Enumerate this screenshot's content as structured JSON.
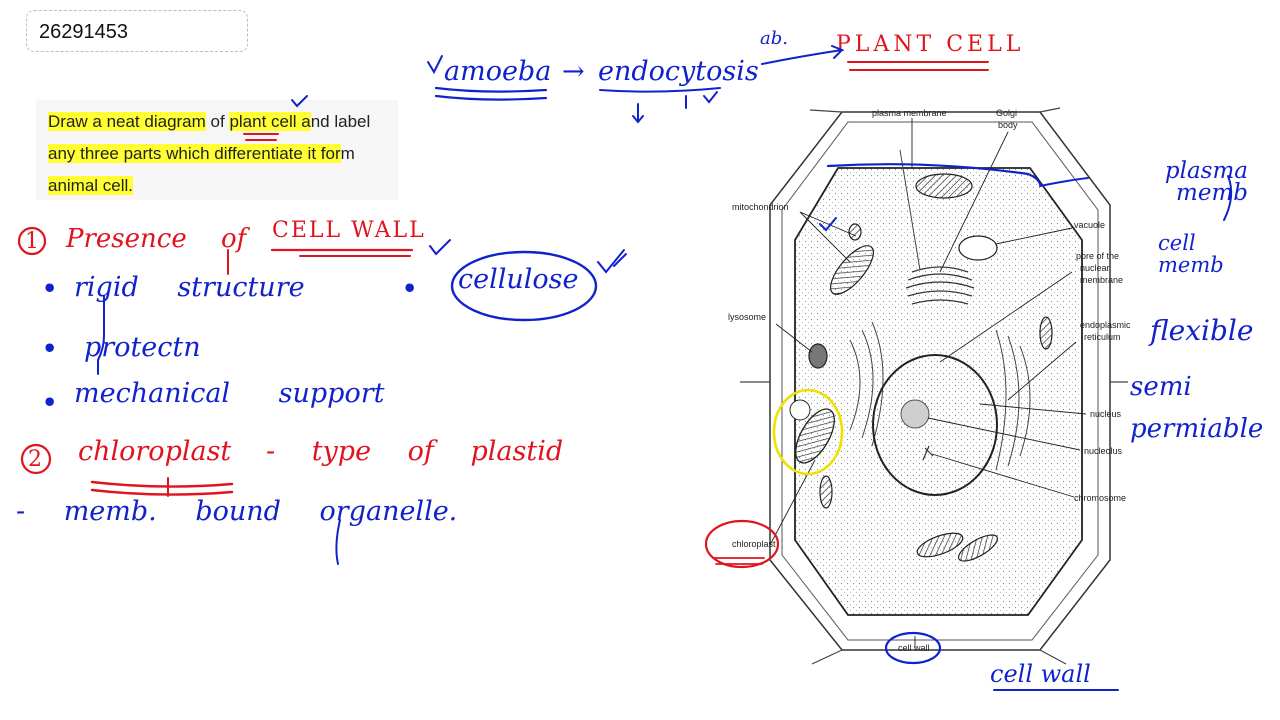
{
  "question_id": "26291453",
  "question": {
    "parts": [
      {
        "text": "Draw a neat diagram",
        "highlight": true
      },
      {
        "text": " of ",
        "highlight": false
      },
      {
        "text": "plant cell a",
        "highlight": true
      },
      {
        "text": "nd label ",
        "highlight": false
      },
      {
        "text": "any three parts which differentiate it for",
        "highlight": true
      },
      {
        "text": "m ",
        "highlight": false
      },
      {
        "text": "animal cell.",
        "highlight": true
      }
    ]
  },
  "notes": {
    "top_amoeba": "amoeba",
    "top_arrow": "→",
    "top_endocytosis": "endocytosis",
    "top_ab": "ab.",
    "plant_cell_title": "PLANT CELL",
    "point1_num": "1",
    "point1_text": "Presence of",
    "point1_cellwall": "CELL WALL",
    "bullet_symbol": "•",
    "bullet_rigid": "rigid structure",
    "cellulose": "cellulose",
    "bullet_protect": "protectn",
    "bullet_mechanical": "mechanical support",
    "point2_num": "2",
    "point2_chloroplast": "chloroplast",
    "point2_rest": "- type of plastid",
    "memb_bound": "- memb. bound organelle.",
    "right_plasma": "plasma memb",
    "right_cell_memb": "cell memb",
    "right_flexible": "flexible",
    "right_semi": "semi permiable",
    "bottom_cellwall": "cell wall"
  },
  "diagram": {
    "labels": {
      "plasma_membrane": "plasma membrane",
      "golgi_1": "Golgi",
      "golgi_2": "body",
      "mitochondrion": "mitochondrion",
      "vacuole": "vacuole",
      "pore_1": "pore of the",
      "pore_2": "nuclear",
      "pore_3": "membrane",
      "lysosome": "lysosome",
      "er_1": "endoplasmic",
      "er_2": "reticulum",
      "nucleus": "nucleus",
      "nucleolus": "nucleolus",
      "chromosome": "chromosome",
      "chloroplast": "chloroplast",
      "cell_wall": "cell wall"
    }
  },
  "colors": {
    "ink_blue": "#1122cc",
    "ink_red": "#e0141e",
    "highlight": "#ffff33",
    "circle_yellow": "#f0e000"
  }
}
